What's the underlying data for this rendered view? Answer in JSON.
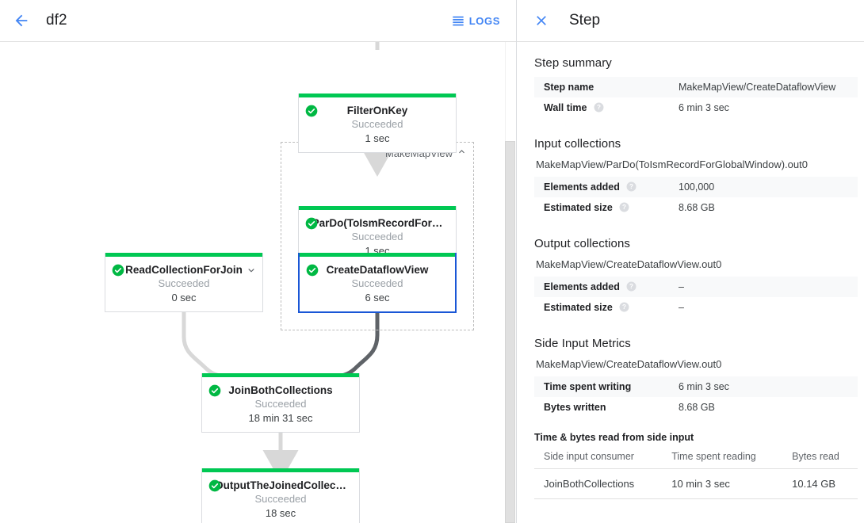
{
  "topbar": {
    "back_icon": "arrow-back-icon",
    "job_name": "df2",
    "logs_icon": "logs-list-icon",
    "logs_label": "LOGS"
  },
  "graph": {
    "composite": {
      "label": "MakeMapView",
      "collapse_icon": "chevron-up-icon"
    },
    "nodes": [
      {
        "id": "filter-on-key",
        "name": "FilterOnKey",
        "status": "Succeeded",
        "time": "1 sec",
        "status_icon": "check-circle-icon",
        "selected": false,
        "has_chevron": false
      },
      {
        "id": "pardo-toismrecord",
        "name": "ParDo(ToIsmRecordFor…",
        "status": "Succeeded",
        "time": "1 sec",
        "status_icon": "check-circle-icon",
        "selected": false,
        "has_chevron": false
      },
      {
        "id": "create-dataflow-view",
        "name": "CreateDataflowView",
        "status": "Succeeded",
        "time": "6 sec",
        "status_icon": "check-circle-icon",
        "selected": true,
        "has_chevron": false
      },
      {
        "id": "read-collection-for-join",
        "name": "ReadCollectionForJoin",
        "status": "Succeeded",
        "time": "0 sec",
        "status_icon": "check-circle-icon",
        "selected": false,
        "has_chevron": true,
        "chevron_icon": "chevron-down-icon"
      },
      {
        "id": "join-both-collections",
        "name": "JoinBothCollections",
        "status": "Succeeded",
        "time": "18 min 31 sec",
        "status_icon": "check-circle-icon",
        "selected": false,
        "has_chevron": false
      },
      {
        "id": "output-the-joined-collection",
        "name": "OutputTheJoinedCollec…",
        "status": "Succeeded",
        "time": "18 sec",
        "status_icon": "check-circle-icon",
        "selected": false,
        "has_chevron": false
      }
    ],
    "colors": {
      "success_accent": "#00c853",
      "selected_border": "#1a57d6",
      "edge_light": "#d8d8d8",
      "edge_dark": "#5f6368"
    }
  },
  "panel": {
    "close_icon": "close-icon",
    "title": "Step",
    "step_summary": {
      "heading": "Step summary",
      "rows": [
        {
          "key": "Step name",
          "value": "MakeMapView/CreateDataflowView",
          "help": false
        },
        {
          "key": "Wall time",
          "value": "6 min 3 sec",
          "help": true
        }
      ]
    },
    "input_collections": {
      "heading": "Input collections",
      "collection": "MakeMapView/ParDo(ToIsmRecordForGlobalWindow).out0",
      "rows": [
        {
          "key": "Elements added",
          "value": "100,000",
          "help": true
        },
        {
          "key": "Estimated size",
          "value": "8.68 GB",
          "help": true
        }
      ]
    },
    "output_collections": {
      "heading": "Output collections",
      "collection": "MakeMapView/CreateDataflowView.out0",
      "rows": [
        {
          "key": "Elements added",
          "value": "–",
          "help": true
        },
        {
          "key": "Estimated size",
          "value": "–",
          "help": true
        }
      ]
    },
    "side_input_metrics": {
      "heading": "Side Input Metrics",
      "collection": "MakeMapView/CreateDataflowView.out0",
      "rows": [
        {
          "key": "Time spent writing",
          "value": "6 min 3 sec",
          "help": false
        },
        {
          "key": "Bytes written",
          "value": "8.68 GB",
          "help": false
        }
      ],
      "sub_heading": "Time & bytes read from side input",
      "columns": [
        "Side input consumer",
        "Time spent reading",
        "Bytes read"
      ],
      "data_rows": [
        [
          "JoinBothCollections",
          "10 min 3 sec",
          "10.14 GB"
        ]
      ]
    }
  },
  "colors": {
    "accent_blue": "#4285f4",
    "text_primary": "#202124",
    "text_secondary": "#5f6368",
    "muted": "#9aa0a6"
  }
}
